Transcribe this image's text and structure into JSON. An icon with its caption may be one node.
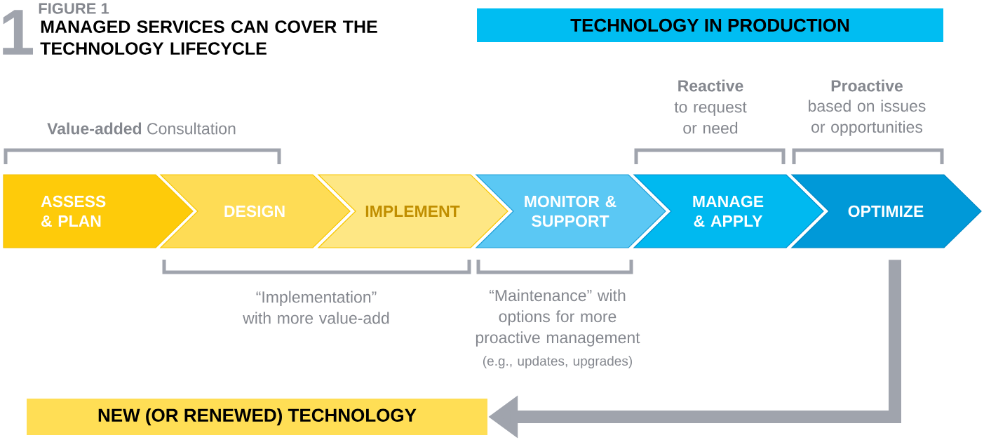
{
  "diagram": {
    "title": "MANAGED SERVICES CAN COVER THE TECHNOLOGY LIFECYCLE",
    "nodes": [
      {
        "text": [
          "TECHNOLOGY IN PRODUCTION"
        ]
      },
      {
        "text": [
          "ASSESS & PLAN"
        ]
      },
      {
        "text": [
          "DESIGN"
        ]
      },
      {
        "text": [
          "IMPLEMENT"
        ]
      },
      {
        "text": [
          "MONITOR & SUPPORT"
        ]
      },
      {
        "text": [
          "MANAGE & APPLY"
        ]
      },
      {
        "text": [
          "OPTIMIZE"
        ]
      },
      {
        "text": [
          "NEW (OR RENEWED) TECHNOLOGY"
        ]
      }
    ],
    "edges": [
      {
        "from": 6,
        "to": 7,
        "arrow": "to"
      }
    ],
    "labels": [
      "1",
      "FIGURE 1",
      "Reactive",
      "to request or need",
      "Proactive",
      "based on issues or opportunities",
      "**Value-added** Consultation",
      "“Implementation” with more value-add",
      "“Maintenance” with options for more proactive management",
      "(e.g., updates, upgrades)"
    ]
  }
}
